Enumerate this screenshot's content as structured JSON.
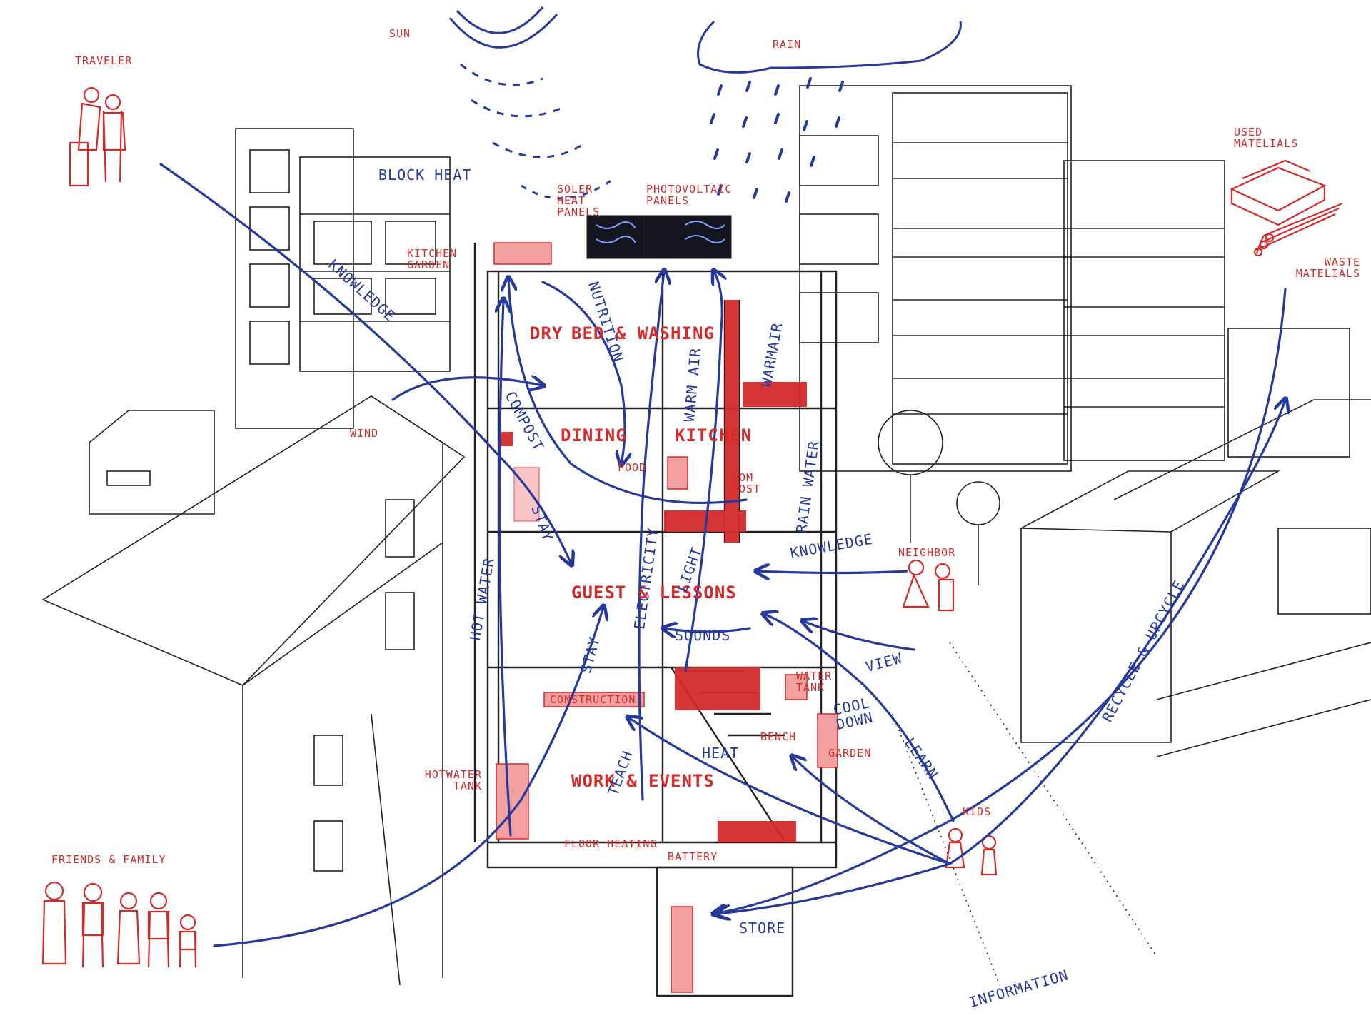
{
  "colors": {
    "ink": "#222222",
    "red": "#d42a2a",
    "blue": "#26399c",
    "pink": "#f2a0a0",
    "panel": "#15151f"
  },
  "icons": [
    "sun-rays-icon",
    "rain-cloud-icon",
    "rain-drops-icon",
    "solar-panel-icon",
    "traveler-figures-icon",
    "friends-family-figures-icon",
    "used-materials-icon",
    "waste-materials-icon",
    "neighbor-figures-icon",
    "kids-figures-icon"
  ],
  "actors": {
    "traveler": "TRAVELER",
    "friends_family": "FRIENDS & FAMILY",
    "used_materials": "USED MATELIALS",
    "waste_materials": "WASTE MATELIALS",
    "neighbor": "NEIGHBOR",
    "kids": "KIDS"
  },
  "environment": {
    "sun": "SUN",
    "rain": "RAIN",
    "wind": "WIND"
  },
  "rooftop": {
    "block_heat": "BLOCK HEAT",
    "solar_heat_panels": "SOLER HEAT PANELS",
    "photovoltaic_panels": "PHOTOVOLTAIC PANELS",
    "kitchen_garden": "KITCHEN GARDEN"
  },
  "rooms": {
    "bed_washing": "BED & WASHING",
    "dry": "DRY",
    "dining": "DINING",
    "kitchen": "KITCHEN",
    "food": "FOOD",
    "compost_kitchen": "COM POST",
    "guest_lessons": "GUEST & LESSONS",
    "construction": "CONSTRUCTION",
    "work_events": "WORK & EVENTS",
    "hot_water_tank": "HOTWATER TANK",
    "floor_heating": "FLOOR HEATING",
    "battery": "BATTERY",
    "water_tank": "WATER TANK",
    "bench": "BENCH",
    "garden": "GARDEN"
  },
  "flows": {
    "knowledge_traveler": "KNOWLEDGE",
    "nutrition": "NUTRITION",
    "compost": "COMPOST",
    "stay_upper": "STAY",
    "warm_air": "WARM AIR",
    "warm_air_2": "WARMAIR",
    "rain_water": "RAIN WATER",
    "electricity": "ELECTRICITY",
    "light": "LIGHT",
    "hot_water": "HOT WATER",
    "stay_lower": "STAY",
    "sounds": "SOUNDS",
    "knowledge_neighbor": "KNOWLEDGE",
    "view": "VIEW",
    "cool_down": "COOL DOWN",
    "learn": "LEARN",
    "heat": "HEAT",
    "teach": "TEACH",
    "store": "STORE",
    "recycle_upcycle": "RECYCLE & UPCYCLE",
    "information": "INFORMATION"
  }
}
